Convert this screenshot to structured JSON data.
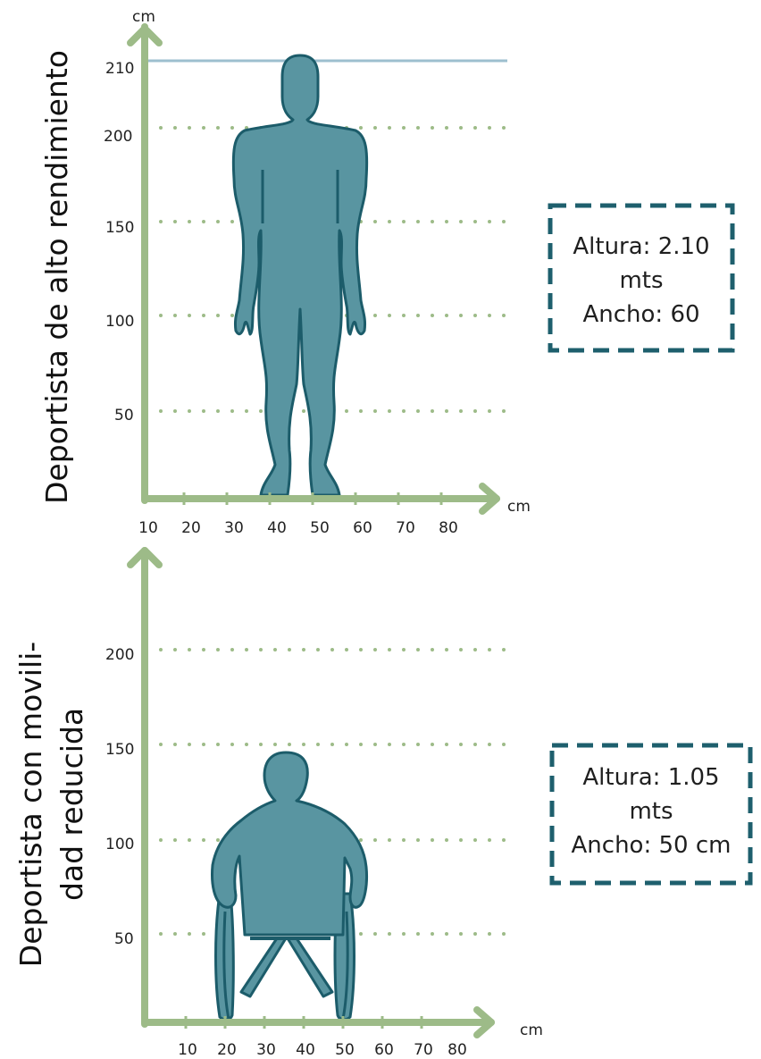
{
  "colors": {
    "axis": "#9dbb88",
    "grid_dots": "#9dbb88",
    "figure_fill": "#5995a1",
    "figure_stroke": "#1c5c6a",
    "box_border": "#1e5f6d",
    "reference_line": "#9dbfcf"
  },
  "panels": [
    {
      "title": "Deportista de alto rendimiento",
      "y_unit": "cm",
      "x_unit": "cm",
      "y_ticks": [
        "210",
        "200",
        "150",
        "100",
        "50"
      ],
      "x_ticks": [
        "10",
        "20",
        "30",
        "40",
        "50",
        "60",
        "70",
        "80"
      ],
      "info": {
        "line1": "Altura: 2.10",
        "line2": "mts",
        "line3": "Ancho: 60"
      },
      "figure": "standing-athlete-icon"
    },
    {
      "title_line1": "Deportista con movili-",
      "title_line2": "dad reducida",
      "x_unit": "cm",
      "y_ticks": [
        "200",
        "150",
        "100",
        "50"
      ],
      "x_ticks": [
        "10",
        "20",
        "30",
        "40",
        "50",
        "60",
        "70",
        "80"
      ],
      "info": {
        "line1": "Altura: 1.05",
        "line2": "mts",
        "line3": "Ancho: 50 cm"
      },
      "figure": "wheelchair-user-icon"
    }
  ]
}
